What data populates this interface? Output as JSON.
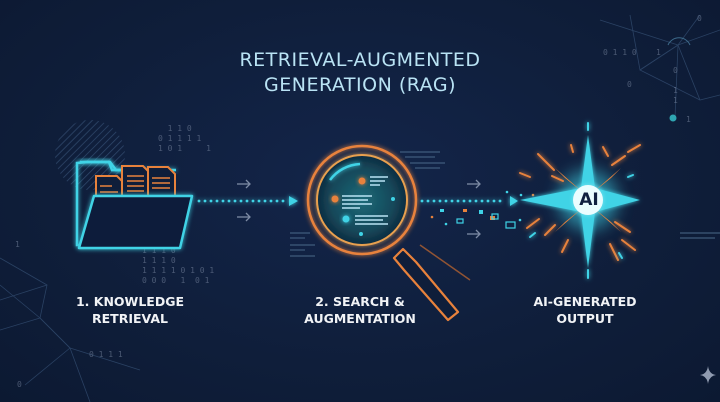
{
  "title": {
    "line1": "RETRIEVAL-AUGMENTED",
    "line2": "GENERATION (RAG)"
  },
  "steps": [
    {
      "icon": "folder-with-documents-icon",
      "label_line1": "1. KNOWLEDGE",
      "label_line2": "RETRIEVAL"
    },
    {
      "icon": "magnifying-glass-icon",
      "label_line1": "2. SEARCH &",
      "label_line2": "AUGMENTATION"
    },
    {
      "icon": "ai-starburst-icon",
      "label_line1": "AI-GENERATED",
      "label_line2": "OUTPUT"
    }
  ],
  "ai_badge": "AI",
  "binary_snippets": {
    "b1": "  1 1 0\n0 1 1 1 1\n1 0 1     1",
    "b2": "0 1 0\n0 1 0 1\n1 1 1 0\n1 1 1 0\n1 1 1 1 0 1 0 1\n0 0 0   1  0 1",
    "b3": "0 1 1 0    1",
    "b4": "0",
    "b5": "0",
    "b6": "0\n\n1\n1",
    "b7": "1",
    "b8": "1",
    "b9": "0 1 1 1",
    "b10": "0",
    "b11": "1"
  },
  "colors": {
    "background": "#0f1e3a",
    "cyan": "#3fd3e6",
    "orange": "#e8823c",
    "title": "#b9e3f4",
    "label": "#f1f3f6"
  }
}
